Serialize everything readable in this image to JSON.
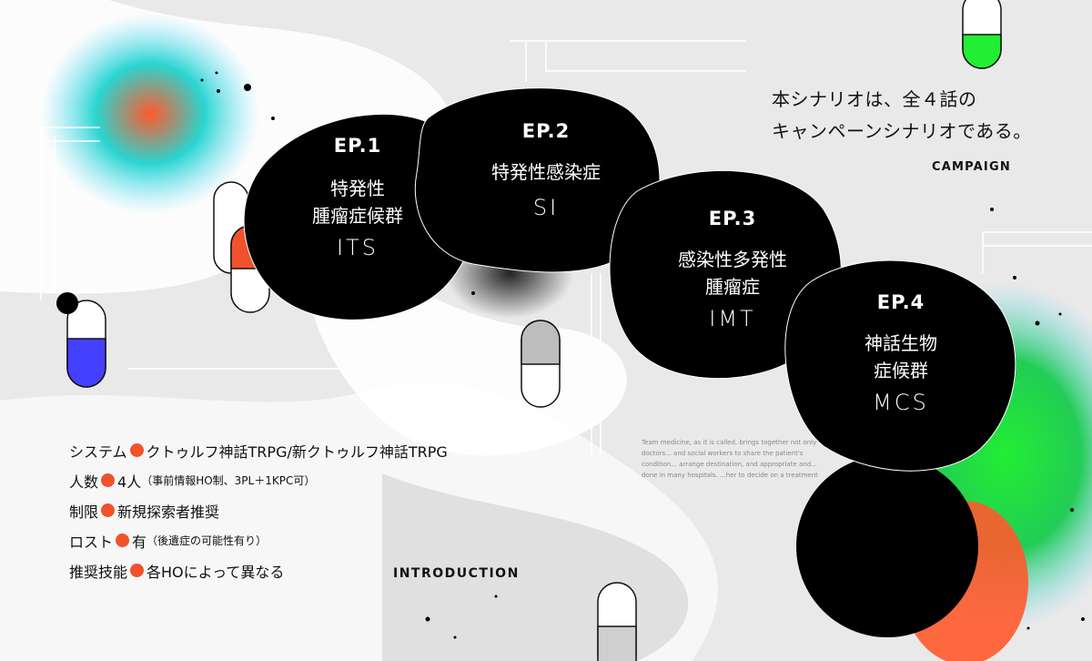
{
  "episodes": [
    {
      "num": "EP.1",
      "title_lines": [
        "特発性",
        "腫瘤症候群"
      ],
      "abbr": "ITS"
    },
    {
      "num": "EP.2",
      "title_lines": [
        "特発性感染症"
      ],
      "abbr": "SI"
    },
    {
      "num": "EP.3",
      "title_lines": [
        "感染性多発性",
        "腫瘤症"
      ],
      "abbr": "IMT"
    },
    {
      "num": "EP.4",
      "title_lines": [
        "神話生物",
        "症候群"
      ],
      "abbr": "MCS"
    }
  ],
  "headline": {
    "line1": "本シナリオは、全４話の",
    "line2": "キャンペーンシナリオである。"
  },
  "campaign_label": "CAMPAIGN",
  "intro_label": "INTRODUCTION",
  "info": [
    {
      "label": "システム",
      "value": "クトゥルフ神話TRPG/新クトゥルフ神話TRPG",
      "note": ""
    },
    {
      "label": "人数",
      "value": "4人",
      "note": "（事前情報HO制、3PL＋1KPC可）"
    },
    {
      "label": "制限",
      "value": "新規探索者推奨",
      "note": ""
    },
    {
      "label": "ロスト",
      "value": "有",
      "note": "（後遺症の可能性有り）"
    },
    {
      "label": "推奨技能",
      "value": "各HOによって異なる",
      "note": ""
    }
  ],
  "background_text": "Team medicine, as it is called, brings together not only doctors... and social workers to share the patient's condition... arrange destination, and appropriate and... done in many hospitals. ...her to decide on a treatment",
  "colors": {
    "accent": "#f0522c",
    "green": "#22e52a",
    "blue": "#4440ff",
    "black": "#000000"
  }
}
